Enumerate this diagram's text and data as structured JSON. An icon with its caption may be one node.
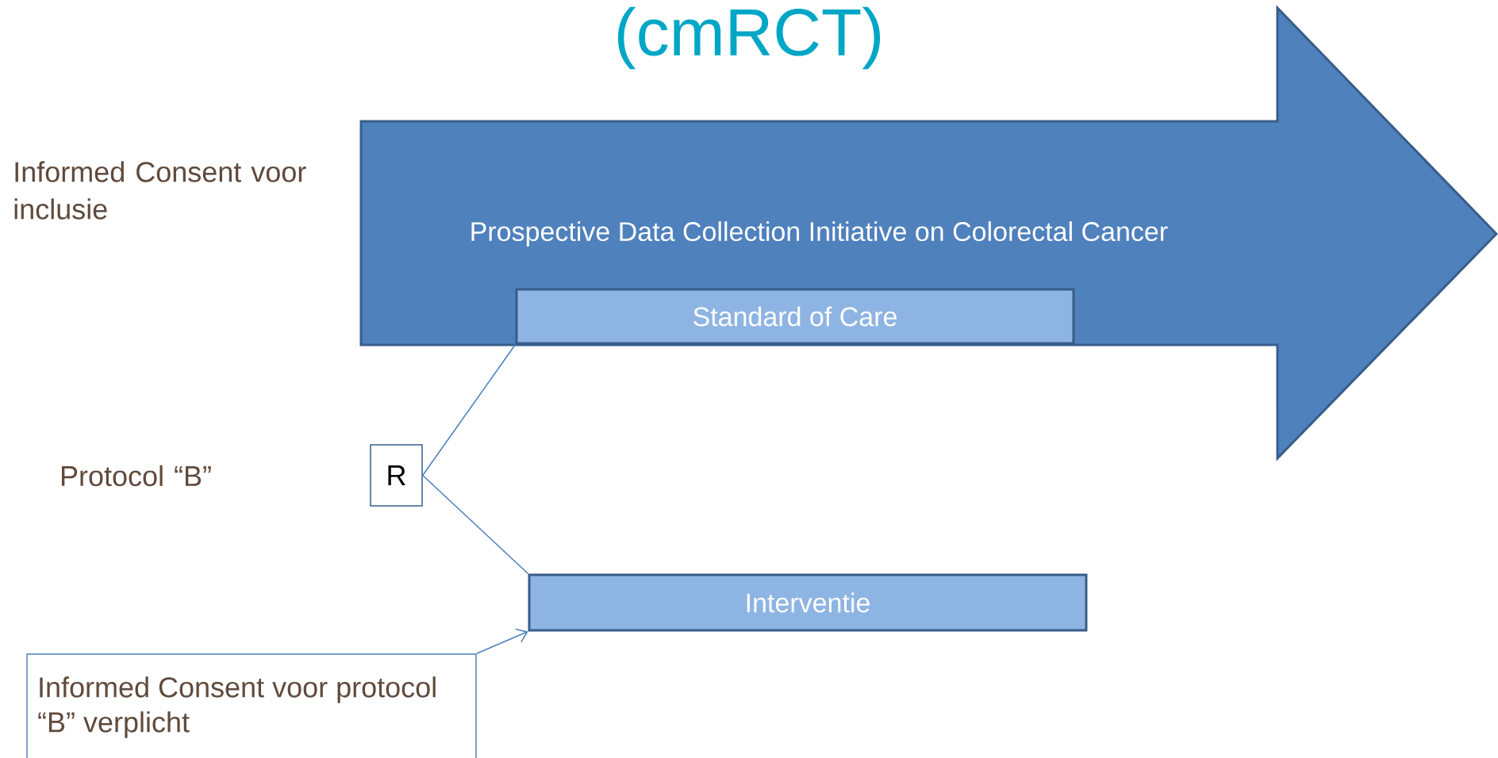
{
  "diagram": {
    "title": "(cmRCT)",
    "nodes": [
      {
        "text": [
          "Prospective Data Collection Initiative on Colorectal Cancer"
        ]
      },
      {
        "text": [
          "Standard of Care"
        ],
        "in": 0
      },
      {
        "text": [
          "Interventie"
        ]
      },
      {
        "text": [
          "R"
        ]
      },
      {
        "text": [
          "Informed Consent voor protocol “B” verplicht"
        ]
      }
    ],
    "edges": [
      {
        "from": 3,
        "to": 1,
        "arrow": "none"
      },
      {
        "from": 3,
        "to": 2,
        "arrow": "none"
      },
      {
        "from": 4,
        "to": 2,
        "arrow": "to"
      }
    ],
    "labels": [
      "Informed Consent voor inclusie",
      "Protocol “B”"
    ]
  }
}
